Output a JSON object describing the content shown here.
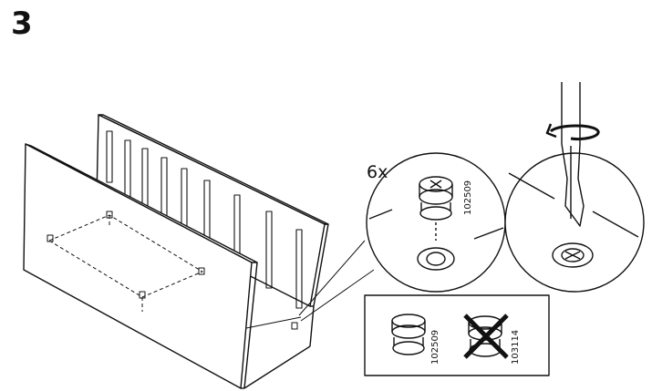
{
  "step": {
    "number": "3"
  },
  "detail": {
    "quantity": "6x",
    "part_number": "102509"
  },
  "compare": {
    "correct_part": "102509",
    "wrong_part": "103114"
  },
  "icons": {
    "tool": "screwdriver-icon",
    "rotation": "clockwise-arrow-icon",
    "prohibited": "cross-out-icon"
  }
}
